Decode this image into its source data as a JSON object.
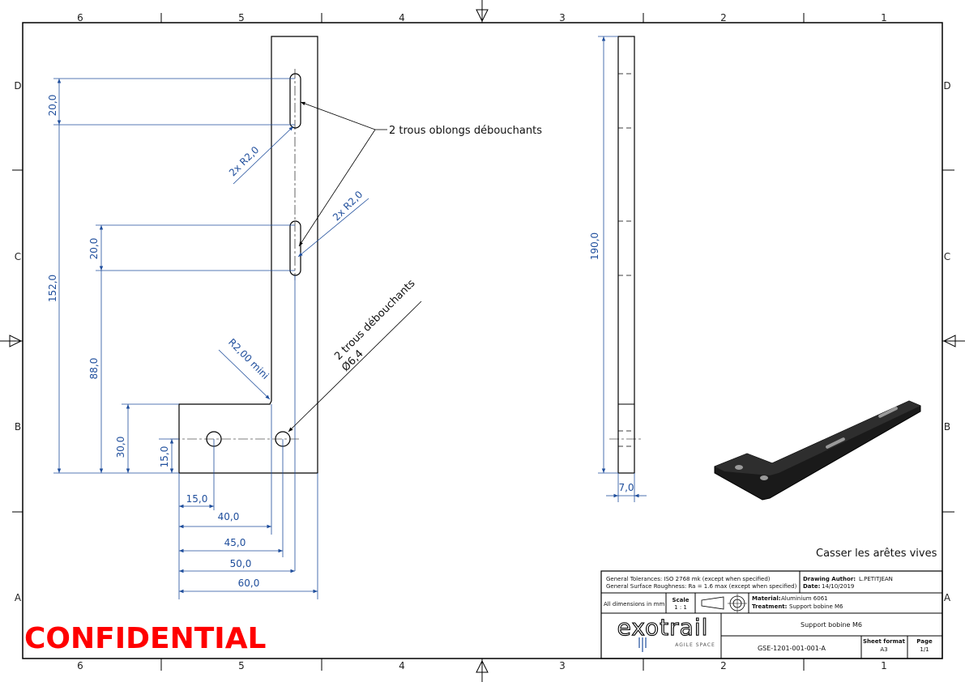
{
  "zones": {
    "columns": [
      "6",
      "5",
      "4",
      "3",
      "2",
      "1"
    ],
    "rows": [
      "D",
      "C",
      "B",
      "A"
    ]
  },
  "dimensions": {
    "slot_length_top": "20,0",
    "slot_length_mid": "20,0",
    "height_152": "152,0",
    "height_88": "88,0",
    "height_30": "30,0",
    "height_15": "15,0",
    "width_15": "15,0",
    "width_40": "40,0",
    "width_45": "45,0",
    "width_50": "50,0",
    "width_60": "60,0",
    "radius_slot_top": "2x R2,0",
    "radius_slot_mid": "2x R2,0",
    "inner_radius": "R2,00 mini",
    "side_height": "190,0",
    "side_thickness": "7,0"
  },
  "notes": {
    "oblong_holes": "2 trous oblongs débouchants",
    "through_holes": "2 trous débouchants",
    "hole_diameter": "Ø6,4",
    "break_edges": "Casser les arêtes vives"
  },
  "title_block": {
    "tolerances": "General Tolerances: ISO 2768 mk (except when specified)",
    "roughness": "General Surface Roughness: Ra = 1.6 max (except when specified)",
    "author_label": "Drawing Author:",
    "author": "L.PETITJEAN",
    "date_label": "Date:",
    "date": "14/10/2019",
    "units": "All dimensions in mm",
    "scale_label": "Scale",
    "scale": "1 : 1",
    "material_label": "Material:",
    "material": "Aluminium 6061",
    "treatment_label": "Treatment:",
    "treatment": "Support bobine M6",
    "logo_text": "exotrail",
    "logo_tagline": "AGILE SPACE",
    "title": "Support bobine M6",
    "part_number": "GSE-1201-001-001-A",
    "sheet_format_label": "Sheet format",
    "sheet_format": "A3",
    "page_label": "Page",
    "page": "1/1"
  },
  "confidential": "CONFIDENTIAL",
  "colors": {
    "dimension": "#1f4e9c",
    "line": "#000000",
    "confidential": "#ff0000"
  }
}
